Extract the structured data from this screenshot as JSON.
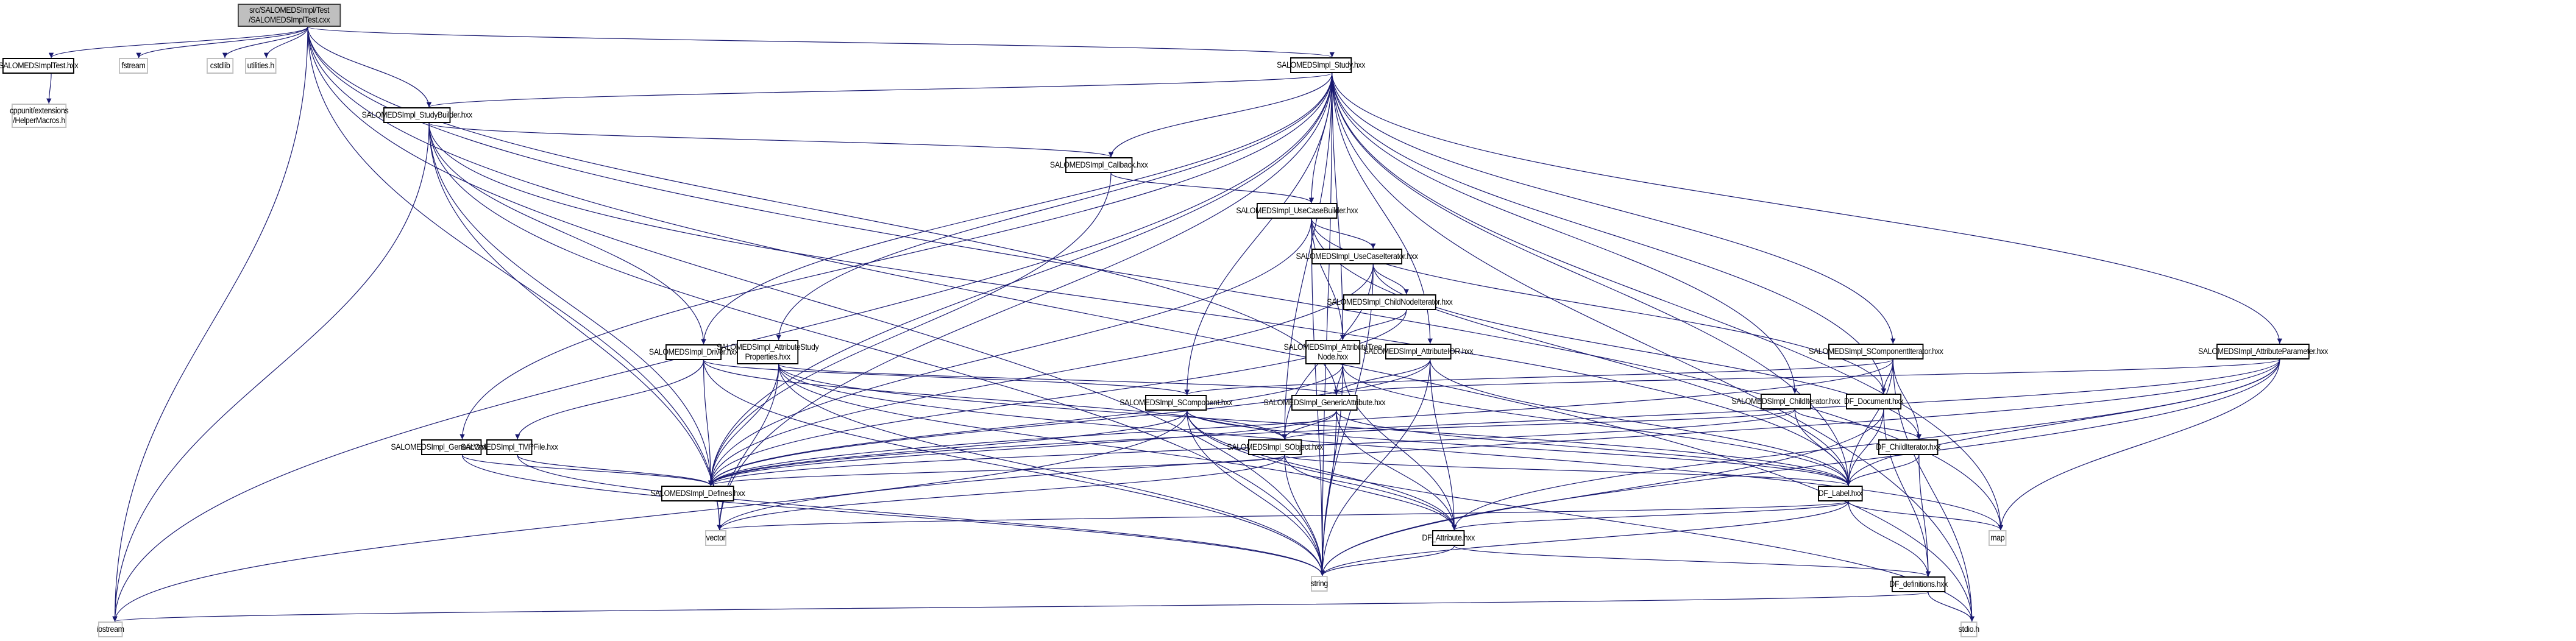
{
  "diagram": {
    "title": "Include dependency graph for SALOMEDSImplTest.cxx",
    "edge_color": "#191970",
    "root_fill": "#bfbfbf",
    "external_border": "#bfbfbf",
    "nodes": {
      "root": {
        "label": "src/SALOMEDSImpl/Test\n/SALOMEDSImplTest.cxx",
        "kind": "root"
      },
      "test_hxx": {
        "label": "SALOMEDSImplTest.hxx",
        "kind": "file"
      },
      "helpermacros": {
        "label": "cppunit/extensions\n/HelperMacros.h",
        "kind": "external"
      },
      "fstream": {
        "label": "fstream",
        "kind": "external"
      },
      "cstdlib": {
        "label": "cstdlib",
        "kind": "external"
      },
      "utilities": {
        "label": "utilities.h",
        "kind": "external"
      },
      "study": {
        "label": "SALOMEDSImpl_Study.hxx",
        "kind": "file"
      },
      "studybuilder": {
        "label": "SALOMEDSImpl_StudyBuilder.hxx",
        "kind": "file"
      },
      "callback": {
        "label": "SALOMEDSImpl_Callback.hxx",
        "kind": "file"
      },
      "usecasebuilder": {
        "label": "SALOMEDSImpl_UseCaseBuilder.hxx",
        "kind": "file"
      },
      "usecaseiterator": {
        "label": "SALOMEDSImpl_UseCaseIterator.hxx",
        "kind": "file"
      },
      "childnodeiterator": {
        "label": "SALOMEDSImpl_ChildNodeIterator.hxx",
        "kind": "file"
      },
      "driver": {
        "label": "SALOMEDSImpl_Driver.hxx",
        "kind": "file"
      },
      "attrstudyprops": {
        "label": "SALOMEDSImpl_AttributeStudy\nProperties.hxx",
        "kind": "file"
      },
      "attrtreenode": {
        "label": "SALOMEDSImpl_AttributeTree\nNode.hxx",
        "kind": "file"
      },
      "attrior": {
        "label": "SALOMEDSImpl_AttributeIOR.hxx",
        "kind": "file"
      },
      "scompiterator": {
        "label": "SALOMEDSImpl_SComponentIterator.hxx",
        "kind": "file"
      },
      "attrparam": {
        "label": "SALOMEDSImpl_AttributeParameter.hxx",
        "kind": "file"
      },
      "genericvariable": {
        "label": "SALOMEDSImpl_GenericVariable.hxx",
        "kind": "file"
      },
      "tmpfile": {
        "label": "SALOMEDSImpl_TMPFile.hxx",
        "kind": "file"
      },
      "scomponent": {
        "label": "SALOMEDSImpl_SComponent.hxx",
        "kind": "file"
      },
      "genericattr": {
        "label": "SALOMEDSImpl_GenericAttribute.hxx",
        "kind": "file"
      },
      "childiterator": {
        "label": "SALOMEDSImpl_ChildIterator.hxx",
        "kind": "file"
      },
      "dfdocument": {
        "label": "DF_Document.hxx",
        "kind": "file"
      },
      "dfchilditerator": {
        "label": "DF_ChildIterator.hxx",
        "kind": "file"
      },
      "sobject": {
        "label": "SALOMEDSImpl_SObject.hxx",
        "kind": "file"
      },
      "defines": {
        "label": "SALOMEDSImpl_Defines.hxx",
        "kind": "file"
      },
      "dflabel": {
        "label": "DF_Label.hxx",
        "kind": "file"
      },
      "vector": {
        "label": "vector",
        "kind": "external"
      },
      "map": {
        "label": "map",
        "kind": "external"
      },
      "dfattribute": {
        "label": "DF_Attribute.hxx",
        "kind": "file"
      },
      "string": {
        "label": "string",
        "kind": "external"
      },
      "dfdefinitions": {
        "label": "DF_definitions.hxx",
        "kind": "file"
      },
      "iostream": {
        "label": "iostream",
        "kind": "external"
      },
      "stdio": {
        "label": "stdio.h",
        "kind": "external"
      }
    },
    "edges": [
      [
        "root",
        "test_hxx"
      ],
      [
        "root",
        "fstream"
      ],
      [
        "root",
        "cstdlib"
      ],
      [
        "root",
        "utilities"
      ],
      [
        "root",
        "study"
      ],
      [
        "root",
        "studybuilder"
      ],
      [
        "root",
        "genericattr"
      ],
      [
        "root",
        "iostream"
      ],
      [
        "root",
        "vector"
      ],
      [
        "root",
        "string"
      ],
      [
        "root",
        "map"
      ],
      [
        "root",
        "stdio"
      ],
      [
        "test_hxx",
        "helpermacros"
      ],
      [
        "study",
        "studybuilder"
      ],
      [
        "study",
        "callback"
      ],
      [
        "study",
        "usecasebuilder"
      ],
      [
        "study",
        "driver"
      ],
      [
        "study",
        "attrstudyprops"
      ],
      [
        "study",
        "attrior"
      ],
      [
        "study",
        "scompiterator"
      ],
      [
        "study",
        "attrparam"
      ],
      [
        "study",
        "genericvariable"
      ],
      [
        "study",
        "childiterator"
      ],
      [
        "study",
        "sobject"
      ],
      [
        "study",
        "dfdocument"
      ],
      [
        "study",
        "defines"
      ],
      [
        "study",
        "dflabel"
      ],
      [
        "study",
        "vector"
      ],
      [
        "study",
        "string"
      ],
      [
        "study",
        "map"
      ],
      [
        "study",
        "iostream"
      ],
      [
        "study",
        "stdio"
      ],
      [
        "study",
        "attrtreenode"
      ],
      [
        "study",
        "scomponent"
      ],
      [
        "studybuilder",
        "callback"
      ],
      [
        "studybuilder",
        "driver"
      ],
      [
        "studybuilder",
        "defines"
      ],
      [
        "studybuilder",
        "string"
      ],
      [
        "studybuilder",
        "vector"
      ],
      [
        "studybuilder",
        "iostream"
      ],
      [
        "studybuilder",
        "dflabel"
      ],
      [
        "callback",
        "usecasebuilder"
      ],
      [
        "callback",
        "defines"
      ],
      [
        "usecasebuilder",
        "usecaseiterator"
      ],
      [
        "usecasebuilder",
        "attrtreenode"
      ],
      [
        "usecasebuilder",
        "defines"
      ],
      [
        "usecasebuilder",
        "dfdocument"
      ],
      [
        "usecasebuilder",
        "string"
      ],
      [
        "usecasebuilder",
        "dflabel"
      ],
      [
        "usecaseiterator",
        "childnodeiterator"
      ],
      [
        "usecaseiterator",
        "defines"
      ],
      [
        "usecaseiterator",
        "sobject"
      ],
      [
        "usecaseiterator",
        "string"
      ],
      [
        "usecaseiterator",
        "dfchilditerator"
      ],
      [
        "childnodeiterator",
        "attrtreenode"
      ],
      [
        "childnodeiterator",
        "defines"
      ],
      [
        "attrtreenode",
        "genericattr"
      ],
      [
        "attrtreenode",
        "defines"
      ],
      [
        "attrtreenode",
        "dflabel"
      ],
      [
        "attrtreenode",
        "dfattribute"
      ],
      [
        "attrtreenode",
        "string"
      ],
      [
        "driver",
        "tmpfile"
      ],
      [
        "driver",
        "defines"
      ],
      [
        "driver",
        "sobject"
      ],
      [
        "driver",
        "scomponent"
      ],
      [
        "driver",
        "string"
      ],
      [
        "attrstudyprops",
        "genericattr"
      ],
      [
        "attrstudyprops",
        "defines"
      ],
      [
        "attrstudyprops",
        "dflabel"
      ],
      [
        "attrstudyprops",
        "vector"
      ],
      [
        "attrstudyprops",
        "map"
      ],
      [
        "attrstudyprops",
        "string"
      ],
      [
        "attrstudyprops",
        "dfattribute"
      ],
      [
        "attrior",
        "genericattr"
      ],
      [
        "attrior",
        "defines"
      ],
      [
        "attrior",
        "dflabel"
      ],
      [
        "attrior",
        "dfattribute"
      ],
      [
        "attrior",
        "string"
      ],
      [
        "scompiterator",
        "scomponent"
      ],
      [
        "scompiterator",
        "dfdocument"
      ],
      [
        "scompiterator",
        "dfchilditerator"
      ],
      [
        "scompiterator",
        "dflabel"
      ],
      [
        "scompiterator",
        "defines"
      ],
      [
        "scompiterator",
        "stdio"
      ],
      [
        "attrparam",
        "genericattr"
      ],
      [
        "attrparam",
        "defines"
      ],
      [
        "attrparam",
        "dflabel"
      ],
      [
        "attrparam",
        "dfattribute"
      ],
      [
        "attrparam",
        "vector"
      ],
      [
        "attrparam",
        "map"
      ],
      [
        "attrparam",
        "string"
      ],
      [
        "genericvariable",
        "defines"
      ],
      [
        "genericvariable",
        "string"
      ],
      [
        "tmpfile",
        "defines"
      ],
      [
        "tmpfile",
        "string"
      ],
      [
        "scomponent",
        "sobject"
      ],
      [
        "scomponent",
        "defines"
      ],
      [
        "scomponent",
        "dflabel"
      ],
      [
        "scomponent",
        "string"
      ],
      [
        "scomponent",
        "iostream"
      ],
      [
        "scomponent",
        "dfattribute"
      ],
      [
        "scomponent",
        "stdio"
      ],
      [
        "genericattr",
        "sobject"
      ],
      [
        "genericattr",
        "defines"
      ],
      [
        "genericattr",
        "dflabel"
      ],
      [
        "genericattr",
        "dfattribute"
      ],
      [
        "genericattr",
        "string"
      ],
      [
        "childiterator",
        "sobject"
      ],
      [
        "childiterator",
        "dfchilditerator"
      ],
      [
        "childiterator",
        "dflabel"
      ],
      [
        "childiterator",
        "defines"
      ],
      [
        "dfdocument",
        "dflabel"
      ],
      [
        "dfdocument",
        "string"
      ],
      [
        "dfdocument",
        "dfdefinitions"
      ],
      [
        "dfchilditerator",
        "dflabel"
      ],
      [
        "dfchilditerator",
        "dfdefinitions"
      ],
      [
        "sobject",
        "defines"
      ],
      [
        "sobject",
        "dflabel"
      ],
      [
        "sobject",
        "dfattribute"
      ],
      [
        "sobject",
        "string"
      ],
      [
        "sobject",
        "vector"
      ],
      [
        "dflabel",
        "dfattribute"
      ],
      [
        "dflabel",
        "dfdefinitions"
      ],
      [
        "dflabel",
        "string"
      ],
      [
        "dflabel",
        "vector"
      ],
      [
        "dflabel",
        "map"
      ],
      [
        "dfattribute",
        "string"
      ],
      [
        "dfattribute",
        "dfdefinitions"
      ],
      [
        "dfdefinitions",
        "stdio"
      ],
      [
        "dfdefinitions",
        "iostream"
      ]
    ]
  }
}
